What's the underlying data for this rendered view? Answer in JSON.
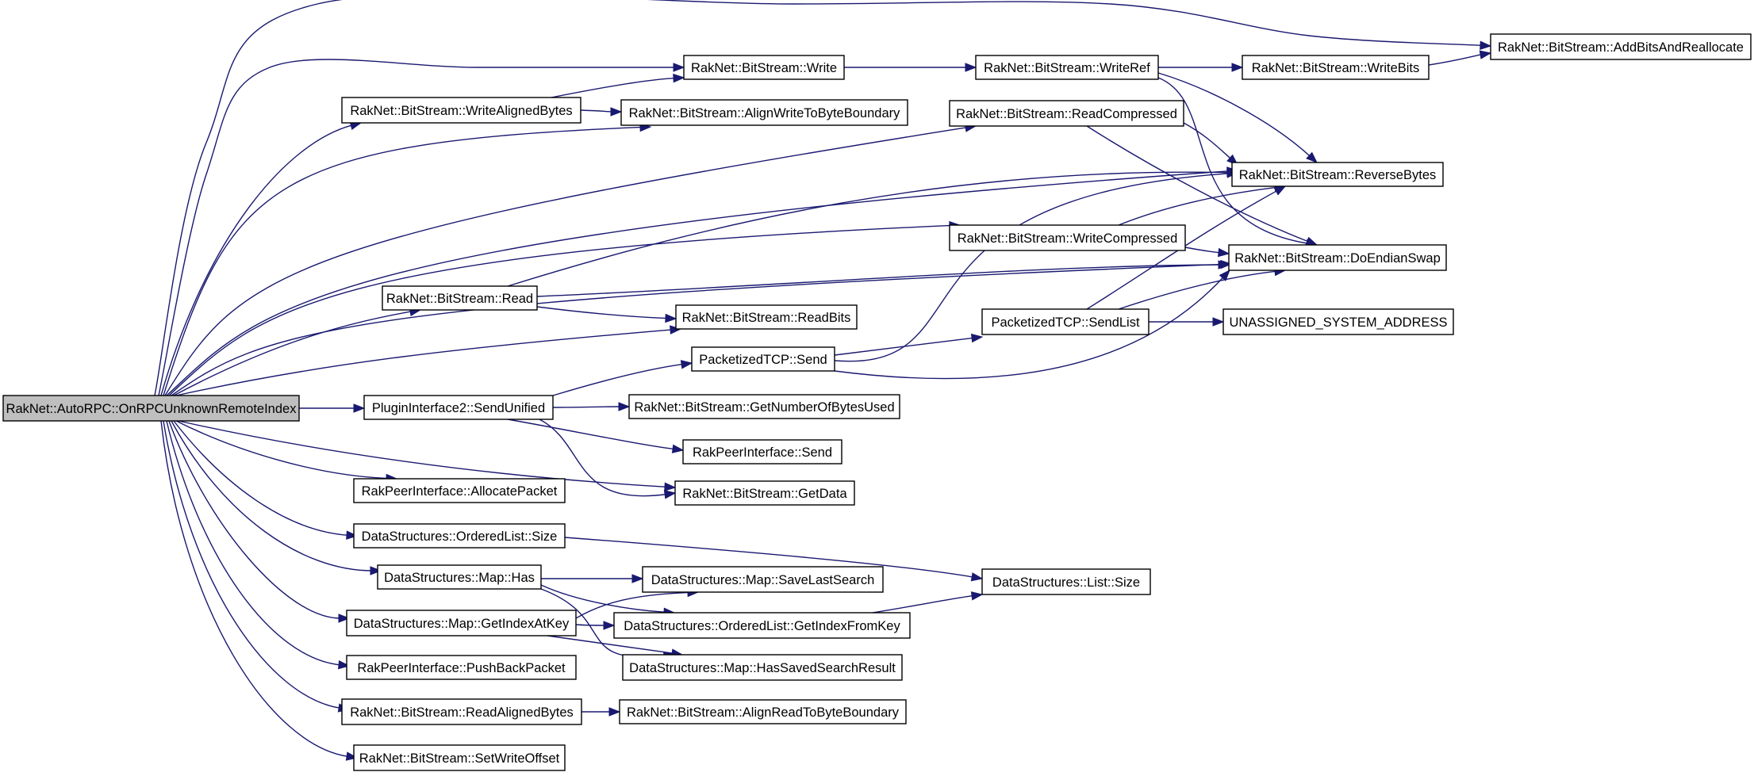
{
  "diagram": {
    "root": "RakNet::AutoRPC::OnRPCUnknownRemoteIndex",
    "nodes": [
      {
        "id": "root",
        "label": "RakNet::AutoRPC::OnRPCUnknownRemoteIndex"
      },
      {
        "id": "write",
        "label": "RakNet::BitStream::Write"
      },
      {
        "id": "writeAligned",
        "label": "RakNet::BitStream::WriteAlignedBytes"
      },
      {
        "id": "alignWrite",
        "label": "RakNet::BitStream::AlignWriteToByteBoundary"
      },
      {
        "id": "writeRef",
        "label": "RakNet::BitStream::WriteRef"
      },
      {
        "id": "writeBits",
        "label": "RakNet::BitStream::WriteBits"
      },
      {
        "id": "addBits",
        "label": "RakNet::BitStream::AddBitsAndReallocate"
      },
      {
        "id": "readCompressed",
        "label": "RakNet::BitStream::ReadCompressed"
      },
      {
        "id": "reverseBytes",
        "label": "RakNet::BitStream::ReverseBytes"
      },
      {
        "id": "writeCompressed",
        "label": "RakNet::BitStream::WriteCompressed"
      },
      {
        "id": "doEndian",
        "label": "RakNet::BitStream::DoEndianSwap"
      },
      {
        "id": "read",
        "label": "RakNet::BitStream::Read"
      },
      {
        "id": "readBits",
        "label": "RakNet::BitStream::ReadBits"
      },
      {
        "id": "sendList",
        "label": "PacketizedTCP::SendList"
      },
      {
        "id": "unassigned",
        "label": "UNASSIGNED_SYSTEM_ADDRESS"
      },
      {
        "id": "ptcpSend",
        "label": "PacketizedTCP::Send"
      },
      {
        "id": "sendUnified",
        "label": "PluginInterface2::SendUnified"
      },
      {
        "id": "numBytes",
        "label": "RakNet::BitStream::GetNumberOfBytesUsed"
      },
      {
        "id": "rpiSend",
        "label": "RakPeerInterface::Send"
      },
      {
        "id": "allocPacket",
        "label": "RakPeerInterface::AllocatePacket"
      },
      {
        "id": "getData",
        "label": "RakNet::BitStream::GetData"
      },
      {
        "id": "olSize",
        "label": "DataStructures::OrderedList::Size"
      },
      {
        "id": "listSize",
        "label": "DataStructures::List::Size"
      },
      {
        "id": "mapHas",
        "label": "DataStructures::Map::Has"
      },
      {
        "id": "saveLast",
        "label": "DataStructures::Map::SaveLastSearch"
      },
      {
        "id": "getIndexAtKey",
        "label": "DataStructures::Map::GetIndexAtKey"
      },
      {
        "id": "getIndexFromKey",
        "label": "DataStructures::OrderedList::GetIndexFromKey"
      },
      {
        "id": "pushBack",
        "label": "RakPeerInterface::PushBackPacket"
      },
      {
        "id": "hasSaved",
        "label": "DataStructures::Map::HasSavedSearchResult"
      },
      {
        "id": "readAligned",
        "label": "RakNet::BitStream::ReadAlignedBytes"
      },
      {
        "id": "alignRead",
        "label": "RakNet::BitStream::AlignReadToByteBoundary"
      },
      {
        "id": "setWriteOffset",
        "label": "RakNet::BitStream::SetWriteOffset"
      }
    ],
    "edges": [
      {
        "from": "root",
        "to": "addBits"
      },
      {
        "from": "root",
        "to": "write"
      },
      {
        "from": "root",
        "to": "writeAligned"
      },
      {
        "from": "root",
        "to": "alignWrite"
      },
      {
        "from": "root",
        "to": "readCompressed"
      },
      {
        "from": "root",
        "to": "reverseBytes"
      },
      {
        "from": "root",
        "to": "writeCompressed"
      },
      {
        "from": "root",
        "to": "doEndian"
      },
      {
        "from": "root",
        "to": "read"
      },
      {
        "from": "root",
        "to": "readBits"
      },
      {
        "from": "root",
        "to": "sendUnified"
      },
      {
        "from": "root",
        "to": "getData"
      },
      {
        "from": "root",
        "to": "allocPacket"
      },
      {
        "from": "root",
        "to": "olSize"
      },
      {
        "from": "root",
        "to": "mapHas"
      },
      {
        "from": "root",
        "to": "getIndexAtKey"
      },
      {
        "from": "root",
        "to": "pushBack"
      },
      {
        "from": "root",
        "to": "readAligned"
      },
      {
        "from": "root",
        "to": "setWriteOffset"
      },
      {
        "from": "write",
        "to": "writeRef"
      },
      {
        "from": "writeRef",
        "to": "writeBits"
      },
      {
        "from": "writeRef",
        "to": "reverseBytes"
      },
      {
        "from": "writeRef",
        "to": "doEndian"
      },
      {
        "from": "writeBits",
        "to": "addBits"
      },
      {
        "from": "writeAligned",
        "to": "write"
      },
      {
        "from": "writeAligned",
        "to": "alignWrite"
      },
      {
        "from": "readCompressed",
        "to": "reverseBytes"
      },
      {
        "from": "readCompressed",
        "to": "doEndian"
      },
      {
        "from": "writeCompressed",
        "to": "reverseBytes"
      },
      {
        "from": "writeCompressed",
        "to": "doEndian"
      },
      {
        "from": "read",
        "to": "reverseBytes"
      },
      {
        "from": "read",
        "to": "doEndian"
      },
      {
        "from": "read",
        "to": "readBits"
      },
      {
        "from": "sendUnified",
        "to": "ptcpSend"
      },
      {
        "from": "sendUnified",
        "to": "numBytes"
      },
      {
        "from": "sendUnified",
        "to": "rpiSend"
      },
      {
        "from": "sendUnified",
        "to": "getData"
      },
      {
        "from": "ptcpSend",
        "to": "sendList"
      },
      {
        "from": "ptcpSend",
        "to": "reverseBytes"
      },
      {
        "from": "ptcpSend",
        "to": "doEndian"
      },
      {
        "from": "sendList",
        "to": "reverseBytes"
      },
      {
        "from": "sendList",
        "to": "doEndian"
      },
      {
        "from": "sendList",
        "to": "unassigned"
      },
      {
        "from": "olSize",
        "to": "listSize"
      },
      {
        "from": "mapHas",
        "to": "saveLast"
      },
      {
        "from": "mapHas",
        "to": "getIndexFromKey"
      },
      {
        "from": "mapHas",
        "to": "hasSaved"
      },
      {
        "from": "getIndexAtKey",
        "to": "saveLast"
      },
      {
        "from": "getIndexAtKey",
        "to": "getIndexFromKey"
      },
      {
        "from": "getIndexAtKey",
        "to": "hasSaved"
      },
      {
        "from": "getIndexFromKey",
        "to": "listSize"
      },
      {
        "from": "readAligned",
        "to": "alignRead"
      }
    ]
  }
}
